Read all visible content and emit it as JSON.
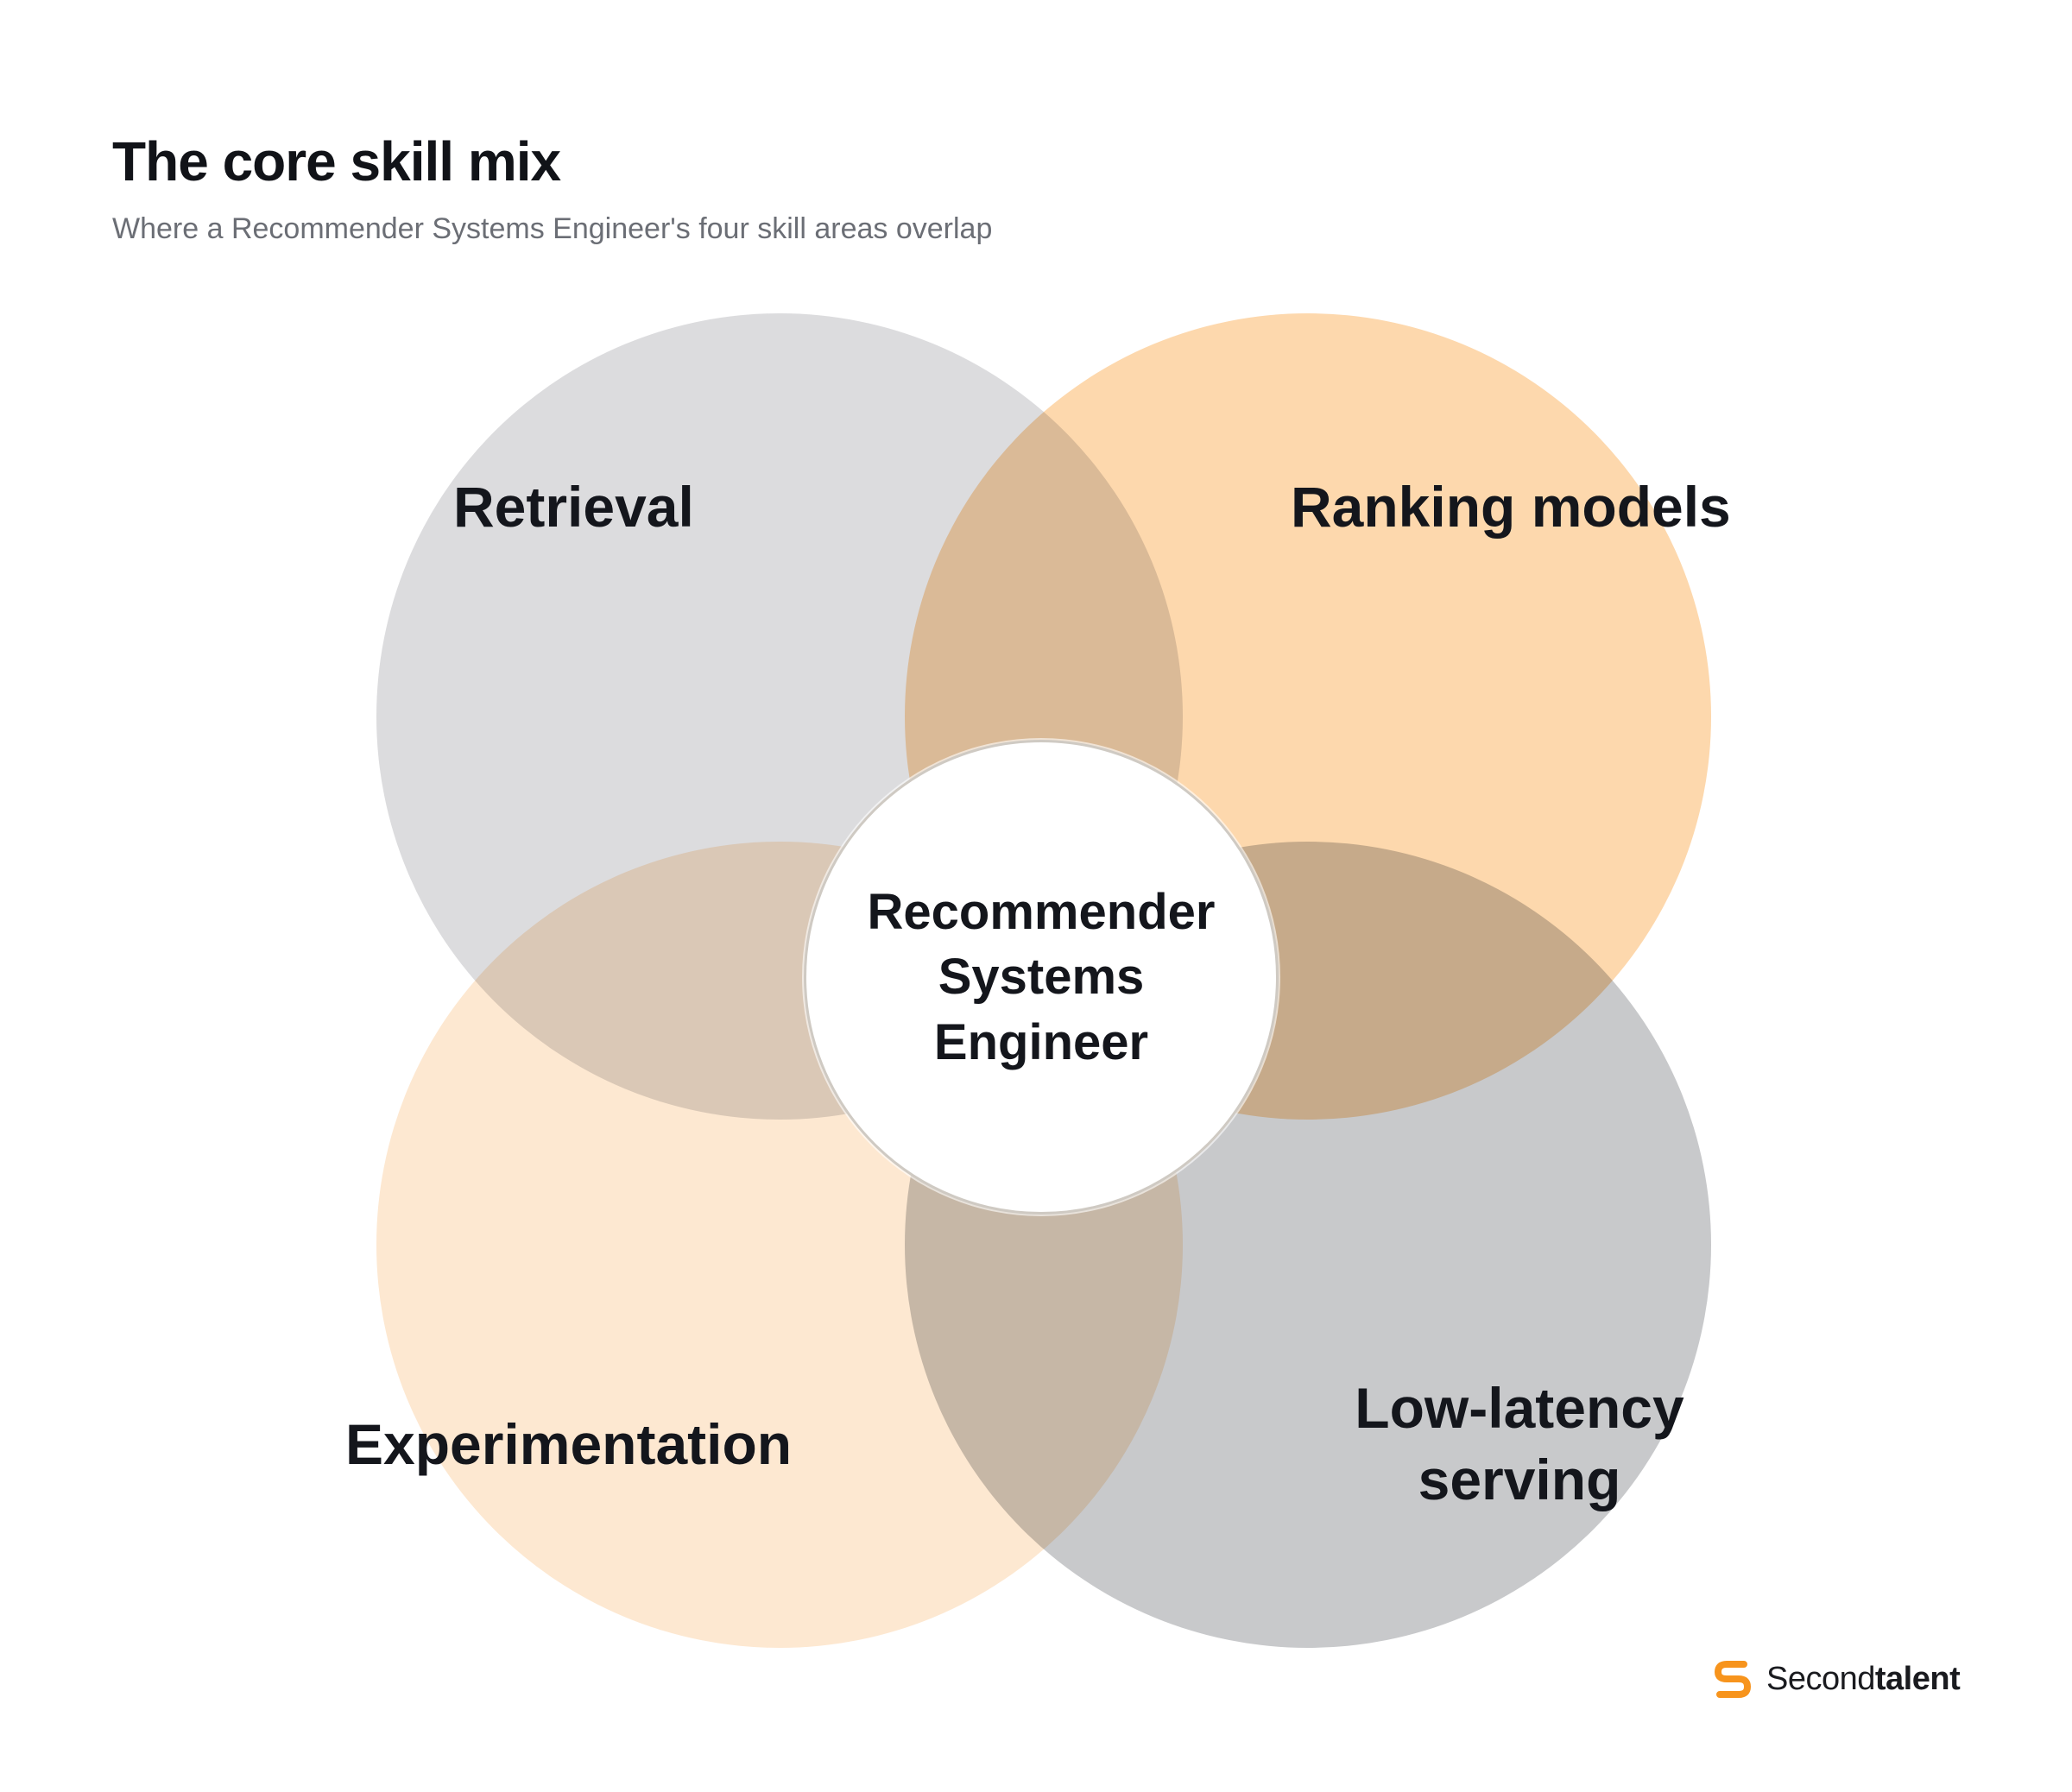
{
  "header": {
    "title": "The core skill mix",
    "subtitle": "Where a Recommender Systems Engineer's four skill areas overlap"
  },
  "diagram": {
    "center": "Recommender Systems Engineer",
    "areas": [
      {
        "id": "retrieval",
        "label": "Retrieval",
        "color": "#dcdcde"
      },
      {
        "id": "ranking",
        "label": "Ranking models",
        "color": "#fdd8ad"
      },
      {
        "id": "experimentation",
        "label": "Experimentation",
        "color": "#fde8d1"
      },
      {
        "id": "serving",
        "label": "Low-latency serving",
        "color": "#c8c9cb"
      }
    ]
  },
  "brand": {
    "name_light": "Second",
    "name_bold": "talent",
    "logo_icon": "secondtalent-s-icon",
    "accent_color": "#f7941d"
  }
}
